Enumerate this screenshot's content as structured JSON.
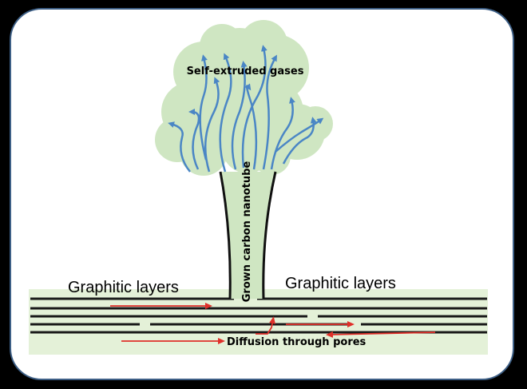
{
  "labels": {
    "gases": "Self-extruded gases",
    "nanotube": "Grown carbon nanotube",
    "layers_left": "Graphitic layers",
    "layers_right": "Graphitic layers",
    "diffusion": "Diffusion through pores"
  },
  "colors": {
    "frame_border": "#3d5f86",
    "cloud": "#cfe6c2",
    "layer_band": "#e4f1d8",
    "gas_arrow": "#4a86c5",
    "diffusion_arrow": "#e0302a",
    "layer_line": "#1a1a1a"
  }
}
